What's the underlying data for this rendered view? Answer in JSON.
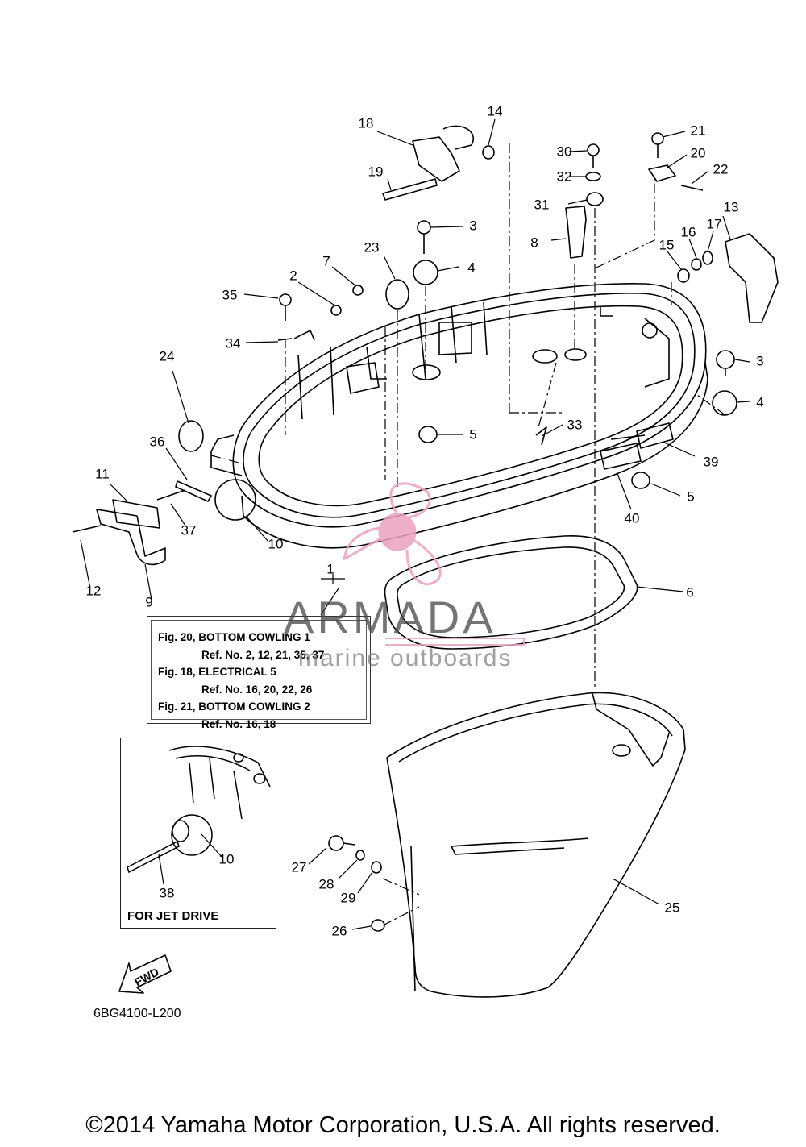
{
  "diagram": {
    "callouts": [
      "18",
      "14",
      "30",
      "21",
      "20",
      "19",
      "32",
      "22",
      "31",
      "3",
      "13",
      "17",
      "16",
      "8",
      "15",
      "23",
      "4",
      "7",
      "2",
      "35",
      "34",
      "3",
      "4",
      "24",
      "33",
      "5",
      "36",
      "39",
      "5",
      "11",
      "37",
      "10",
      "40",
      "12",
      "9",
      "1",
      "6",
      "10",
      "38",
      "27",
      "28",
      "29",
      "25",
      "26"
    ],
    "reference_box": {
      "lines": [
        "Fig. 20, BOTTOM COWLING 1",
        "Ref. No. 2, 12, 21, 35, 37",
        "Fig. 18, ELECTRICAL 5",
        "Ref. No. 16, 20, 22, 26",
        "Fig. 21, BOTTOM COWLING 2",
        "Ref. No. 16, 18"
      ]
    },
    "inset": {
      "caption": "FOR JET DRIVE"
    },
    "fwd_label": "FWD",
    "diagram_code": "6BG4100-L200",
    "watermark": {
      "name": "ARMADA",
      "tagline": "marine outboards",
      "accent_color": "#e9a0bf"
    },
    "copyright": "©2014 Yamaha Motor Corporation, U.S.A. All rights reserved."
  }
}
